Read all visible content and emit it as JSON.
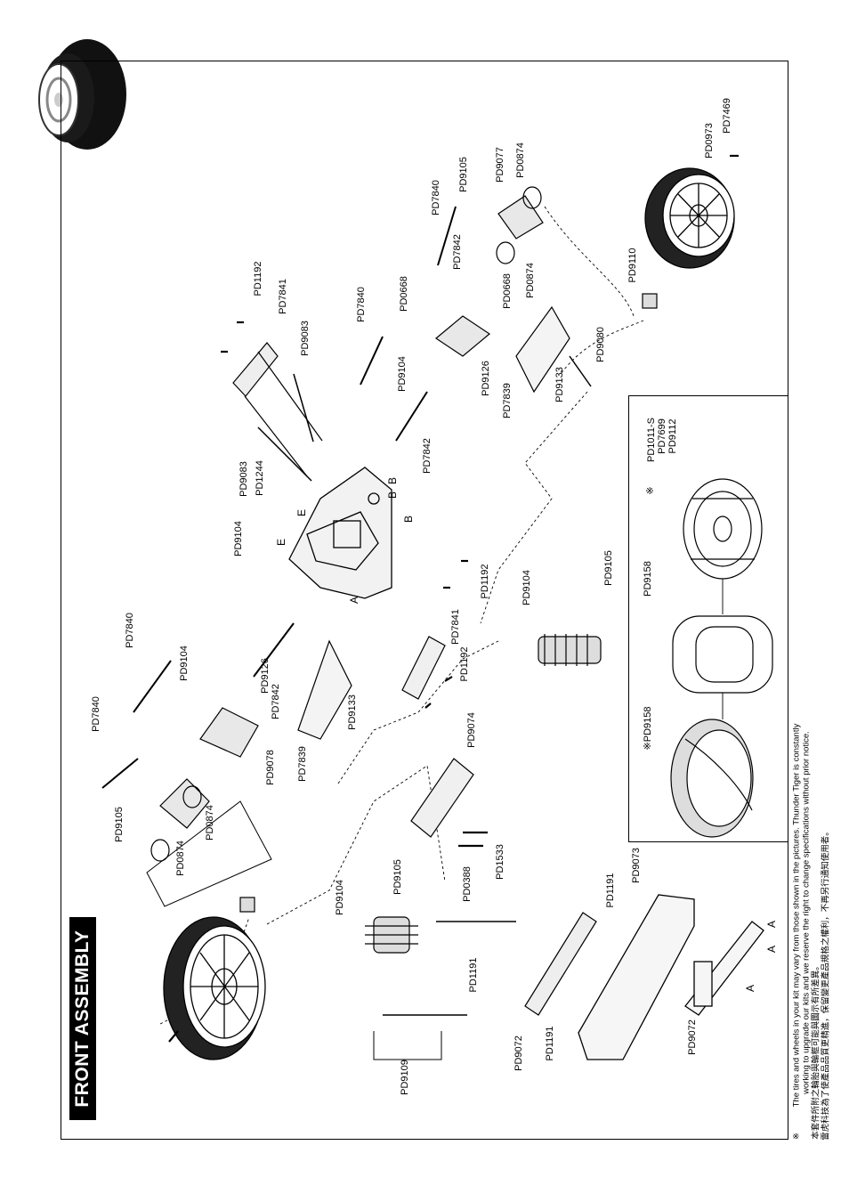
{
  "title": "FRONT ASSEMBLY",
  "note": {
    "symbol": "※",
    "en_line1": "The tires and wheels in your kit may vary from those shown in the pictures. Thunder Tiger is constantly",
    "en_line2": "working to upgrade our kits and we reserve the right to change specifications without prior notice.",
    "zh_line1": "本套件所附之輪胎與輪框可能與圖示有所差異。",
    "zh_line2": "雷虎科技為了使產品品質更精進，保留變更產品規格之權利，不再另行通知使用者。"
  },
  "inset_group": {
    "symbol": "※",
    "line1": "PD1011-S",
    "line2": "PD7699",
    "line3": "PD9112"
  },
  "labels": [
    {
      "id": "l01",
      "text": "PD7469"
    },
    {
      "id": "l02",
      "text": "PD0973"
    },
    {
      "id": "l03",
      "text": "PD9110"
    },
    {
      "id": "l04",
      "text": "PD0874"
    },
    {
      "id": "l05",
      "text": "PD9077"
    },
    {
      "id": "l06",
      "text": "PD9105"
    },
    {
      "id": "l07",
      "text": "PD7840"
    },
    {
      "id": "l08",
      "text": "PD7842"
    },
    {
      "id": "l09",
      "text": "PD0874"
    },
    {
      "id": "l10",
      "text": "PD0668"
    },
    {
      "id": "l11",
      "text": "PD0668"
    },
    {
      "id": "l12",
      "text": "PD7840"
    },
    {
      "id": "l13",
      "text": "PD9104"
    },
    {
      "id": "l14",
      "text": "PD9126"
    },
    {
      "id": "l15",
      "text": "PD7839"
    },
    {
      "id": "l16",
      "text": "PD9133"
    },
    {
      "id": "l17",
      "text": "PD9080"
    },
    {
      "id": "l18",
      "text": "PD1192"
    },
    {
      "id": "l19",
      "text": "PD7841"
    },
    {
      "id": "l20",
      "text": "PD9083"
    },
    {
      "id": "l21",
      "text": "PD9083"
    },
    {
      "id": "l22",
      "text": "PD1244"
    },
    {
      "id": "l23",
      "text": "PD7842"
    },
    {
      "id": "l24",
      "text": "PD9104"
    },
    {
      "id": "l25",
      "text": "PD1192"
    },
    {
      "id": "l26",
      "text": "PD9104"
    },
    {
      "id": "l27",
      "text": "PD9105"
    },
    {
      "id": "l28",
      "text": "PD7841"
    },
    {
      "id": "l29",
      "text": "PD1192"
    },
    {
      "id": "l30",
      "text": "PD7840"
    },
    {
      "id": "l31",
      "text": "PD9104"
    },
    {
      "id": "l32",
      "text": "PD7840"
    },
    {
      "id": "l33",
      "text": "PD9126"
    },
    {
      "id": "l34",
      "text": "PD7842"
    },
    {
      "id": "l35",
      "text": "PD9133"
    },
    {
      "id": "l36",
      "text": "PD7839"
    },
    {
      "id": "l37",
      "text": "PD9078"
    },
    {
      "id": "l38",
      "text": "PD9105"
    },
    {
      "id": "l39",
      "text": "PD0874"
    },
    {
      "id": "l40",
      "text": "PD0874"
    },
    {
      "id": "l41",
      "text": "PD9074"
    },
    {
      "id": "l42",
      "text": "PD0388"
    },
    {
      "id": "l43",
      "text": "PD1533"
    },
    {
      "id": "l44",
      "text": "PD9104"
    },
    {
      "id": "l45",
      "text": "PD9105"
    },
    {
      "id": "l46",
      "text": "PD1191"
    },
    {
      "id": "l47",
      "text": "PD9073"
    },
    {
      "id": "l48",
      "text": "PD1191"
    },
    {
      "id": "l49",
      "text": "PD9072"
    },
    {
      "id": "l50",
      "text": "PD1191"
    },
    {
      "id": "l51",
      "text": "PD9072"
    },
    {
      "id": "l52",
      "text": "PD9109"
    },
    {
      "id": "l53",
      "text": "PD9158"
    },
    {
      "id": "l54",
      "text": "※PD9158"
    }
  ],
  "marks": [
    {
      "id": "m1",
      "text": "B"
    },
    {
      "id": "m2",
      "text": "B"
    },
    {
      "id": "m3",
      "text": "B"
    },
    {
      "id": "m4",
      "text": "E"
    },
    {
      "id": "m5",
      "text": "E"
    },
    {
      "id": "m6",
      "text": "A"
    },
    {
      "id": "m7",
      "text": "A"
    },
    {
      "id": "m8",
      "text": "A"
    },
    {
      "id": "m9",
      "text": "A"
    }
  ]
}
